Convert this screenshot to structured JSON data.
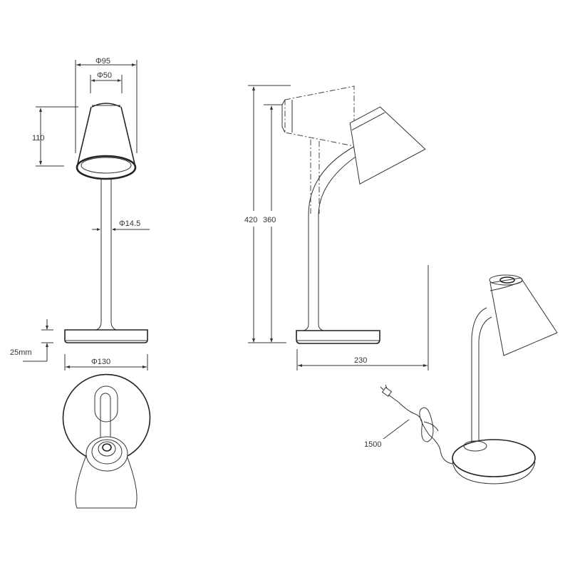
{
  "title": "Desk lamp technical dimension drawing",
  "views": {
    "front": {
      "shade_top_diameter": "Φ50",
      "shade_bottom_diameter": "Φ95",
      "shade_height": "110",
      "stem_diameter": "Φ14.5",
      "base_height": "25mm",
      "base_diameter": "Φ130"
    },
    "side": {
      "total_height_max": "420",
      "total_height_min": "360",
      "reach": "230"
    },
    "perspective": {
      "cable_length": "1500"
    },
    "top": {}
  },
  "units": "mm"
}
